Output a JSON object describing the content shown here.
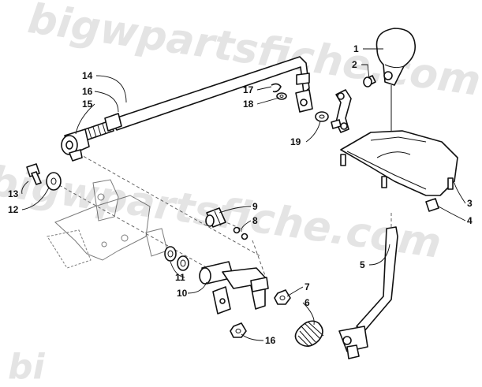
{
  "watermark": {
    "text": "bigwpartsfiche.com",
    "text_bottom": "bi"
  },
  "callouts": [
    {
      "id": "callout-1",
      "label": "1"
    },
    {
      "id": "callout-2",
      "label": "2"
    },
    {
      "id": "callout-3",
      "label": "3"
    },
    {
      "id": "callout-4",
      "label": "4"
    },
    {
      "id": "callout-5",
      "label": "5"
    },
    {
      "id": "callout-6",
      "label": "6"
    },
    {
      "id": "callout-7",
      "label": "7"
    },
    {
      "id": "callout-8",
      "label": "8"
    },
    {
      "id": "callout-9",
      "label": "9"
    },
    {
      "id": "callout-10",
      "label": "10"
    },
    {
      "id": "callout-11",
      "label": "11"
    },
    {
      "id": "callout-12",
      "label": "12"
    },
    {
      "id": "callout-13",
      "label": "13"
    },
    {
      "id": "callout-14",
      "label": "14"
    },
    {
      "id": "callout-15",
      "label": "15"
    },
    {
      "id": "callout-16a",
      "label": "16"
    },
    {
      "id": "callout-16b",
      "label": "16"
    },
    {
      "id": "callout-17",
      "label": "17"
    },
    {
      "id": "callout-18",
      "label": "18"
    },
    {
      "id": "callout-19",
      "label": "19"
    }
  ]
}
